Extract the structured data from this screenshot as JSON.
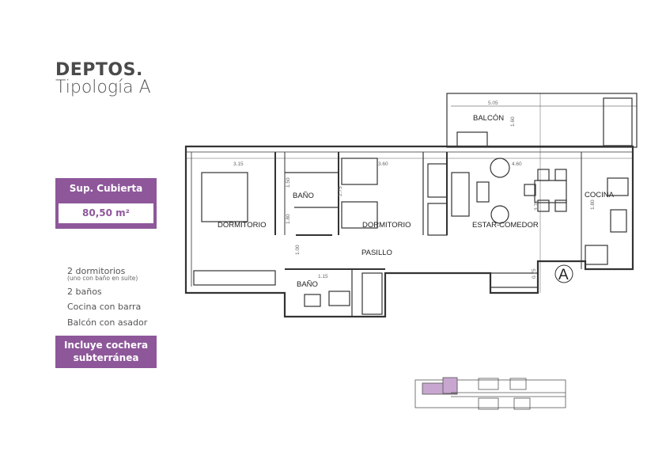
{
  "header": {
    "title": "DEPTOS.",
    "subtitle": "Tipología A"
  },
  "area": {
    "label": "Sup. Cubierta",
    "value": "80,50 m²"
  },
  "features": {
    "items": [
      "2 dormitorios",
      "2 baños",
      "Cocina con barra",
      "Balcón con asador"
    ],
    "note": "(uno con baño en suite)"
  },
  "garage": {
    "line1": "Incluye cochera",
    "line2": "subterránea"
  },
  "plan": {
    "rooms": {
      "dorm1": "DORMITORIO",
      "bano1": "BAÑO",
      "dorm2": "DORMITORIO",
      "estar": "ESTAR-COMEDOR",
      "pasillo": "PASILLO",
      "bano2": "BAÑO",
      "balcon": "BALCÓN",
      "cocina": "COCINA"
    },
    "dims": {
      "d1": "3.15",
      "d2": "3.60",
      "d3": "4.60",
      "d4": "5.05",
      "d5": "1.60",
      "d6": "2.75",
      "d7": "1.00",
      "d8": "3.75",
      "d9": "0.75",
      "d10": "1.80",
      "d11": "1.80",
      "d12": "1.50",
      "d13": "1.15"
    },
    "type_marker": "A"
  },
  "colors": {
    "accent": "#8e579a",
    "text": "#4a4a4a",
    "key_plan_highlight": "#c7a6cf"
  }
}
